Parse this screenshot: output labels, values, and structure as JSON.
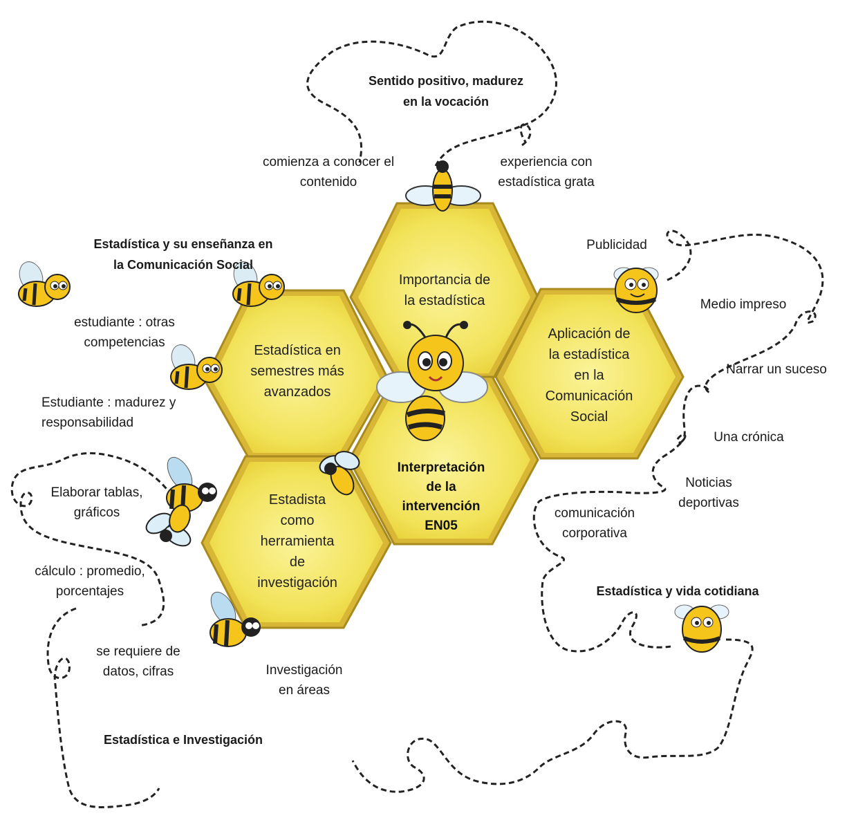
{
  "hexagons": {
    "center": "Interpretación de la intervención EN05",
    "top": "Importancia de la estadística",
    "upper_left": "Estadística en semestres más avanzados",
    "right": "Aplicación de la estadística en la Comunicación Social",
    "lower_left": "Estadista como herramienta de investigación"
  },
  "hex_lines": {
    "center": [
      "Interpretación",
      "de la",
      "intervención",
      "EN05"
    ],
    "top": [
      "Importancia de",
      "la estadística"
    ],
    "upper_left": [
      "Estadística en",
      "semestres más",
      "avanzados"
    ],
    "right": [
      "Aplicación de",
      "la estadística",
      "en la",
      "Comunicación",
      "Social"
    ],
    "lower_left": [
      "Estadista",
      "como",
      "herramienta",
      "de",
      "investigación"
    ]
  },
  "themes": {
    "top": [
      "Sentido positivo, madurez",
      "en la vocación"
    ],
    "left": [
      "Estadística y su enseñanza en",
      "la Comunicación Social"
    ],
    "right": "Estadística y vida cotidiana",
    "bottom_left": "Estadística e Investigación"
  },
  "labels": {
    "comienza": [
      "comienza a conocer el",
      "contenido"
    ],
    "experiencia": [
      "experiencia  con",
      "estadística  grata"
    ],
    "publicidad": "Publicidad",
    "medio_impreso": "Medio impreso",
    "narrar": "Narrar un suceso",
    "cronica": "Una crónica",
    "noticias": [
      "Noticias",
      "deportivas"
    ],
    "corporativa": [
      "comunicación",
      "corporativa"
    ],
    "otras_comp": [
      "estudiante  :  otras",
      "competencias"
    ],
    "madurez": [
      "Estudiante  : madurez   y",
      "responsabilidad"
    ],
    "tablas": [
      "Elaborar tablas,",
      "gráficos"
    ],
    "calculo": [
      "cálculo : promedio,",
      "porcentajes"
    ],
    "datos": [
      "se requiere  de",
      "datos, cifras"
    ],
    "areas": [
      "Investigación",
      "en áreas"
    ]
  },
  "colors": {
    "honey": "#f2e35a",
    "honey_light": "#f8ee8c",
    "gold_border": "#c9a52a",
    "bee_yellow": "#f6c51c",
    "bee_dark": "#2a2a2a",
    "wing": "#cde6f2"
  }
}
